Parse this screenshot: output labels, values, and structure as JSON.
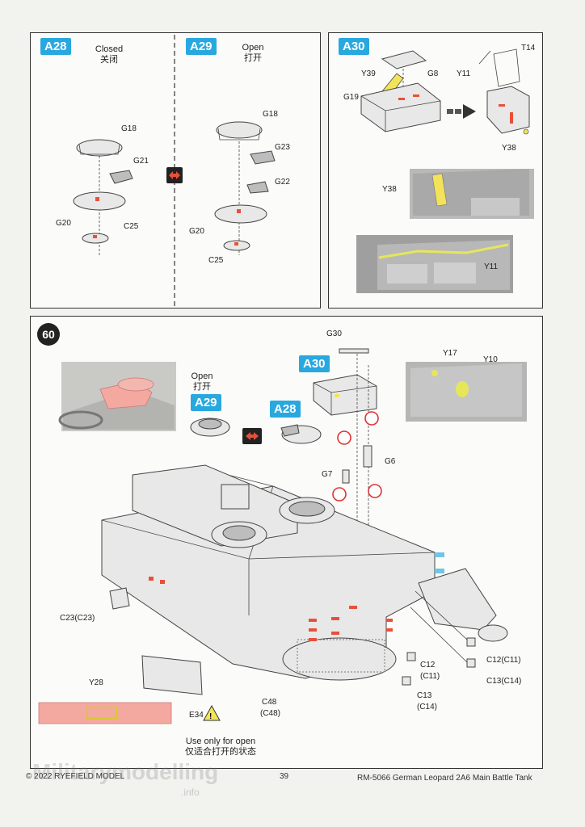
{
  "steps": {
    "a28": {
      "badge": "A28",
      "title_en": "Closed",
      "title_cn": "关闭",
      "parts": {
        "g18": "G18",
        "g21": "G21",
        "g20": "G20",
        "c25": "C25"
      }
    },
    "a29": {
      "badge": "A29",
      "title_en": "Open",
      "title_cn": "打开",
      "parts": {
        "g18": "G18",
        "g23": "G23",
        "g22": "G22",
        "g20": "G20",
        "c25": "C25"
      }
    },
    "a30": {
      "badge": "A30",
      "parts": {
        "t14": "T14",
        "y39": "Y39",
        "g8": "G8",
        "y11": "Y11",
        "g19": "G19",
        "y38": "Y38",
        "y38b": "Y38",
        "y11b": "Y11"
      }
    }
  },
  "step60": {
    "number": "60",
    "open_en": "Open",
    "open_cn": "打开",
    "badge_a29": "A29",
    "badge_a28": "A28",
    "badge_a30": "A30",
    "parts": {
      "g30": "G30",
      "y17": "Y17",
      "y10": "Y10",
      "g6": "G6",
      "g7": "G7",
      "c23": "C23(C23)",
      "c12c11": "C12(C11)",
      "c13c14": "C13(C14)",
      "c12": "C12",
      "c11": "(C11)",
      "c13": "C13",
      "c14": "(C14)",
      "y28": "Y28",
      "c48": "C48",
      "c48b": "(C48)",
      "e34": "E34"
    },
    "note_en": "Use only for open",
    "note_cn": "仅适合打开的状态"
  },
  "footer": {
    "copyright": "© 2022 RYEFIELD MODEL",
    "page": "39",
    "product": "RM-5066 German Leopard 2A6 Main Battle Tank",
    "watermark_a": "Military",
    "watermark_b": "modelling",
    "watermark_c": ".info"
  },
  "colors": {
    "badge": "#29a8df",
    "highlight": "#e8503a",
    "pink": "#f4a9a0",
    "yellow": "#f2e35a"
  }
}
